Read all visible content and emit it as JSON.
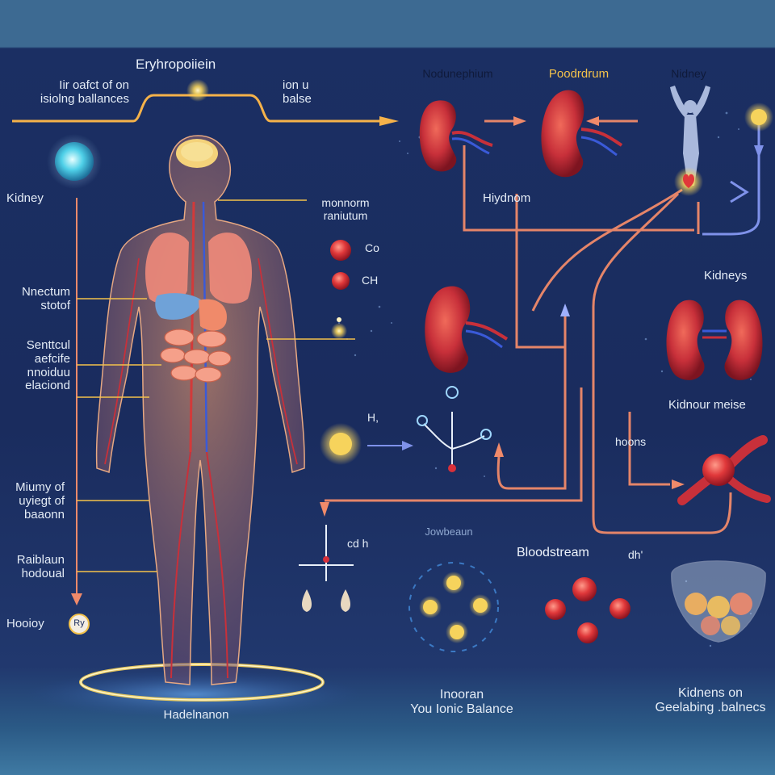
{
  "top_labels": {
    "erythropoietin": "Eryhropoiiein",
    "left_caption": [
      "Iir oafct of on",
      "isiolng ballances"
    ],
    "ion_caption": [
      "ion u",
      "balse"
    ],
    "nodunephium": "Nodunephium",
    "poodrum": "Poodrdrum",
    "kidney_top": "Nidney",
    "hiydnom": "Hiydnom"
  },
  "left_labels": {
    "kidney": "Kidney",
    "nectum": [
      "Nnectum",
      "stotof"
    ],
    "senttul": [
      "Senttcul",
      "aefcife",
      "nnoiduu",
      "elaciond"
    ],
    "miumy": [
      "Miumy of",
      "uyiegt of",
      "baaonn"
    ],
    "raiblaun": [
      "Raiblaun",
      "hodoual"
    ],
    "hooioy": "Hooioy",
    "badge": "Ry"
  },
  "middle_labels": {
    "monnorm": [
      "monnorm",
      "raniutum"
    ],
    "co": "Co",
    "ch": "CH",
    "h": "H,",
    "ch_lower": "cd h",
    "jowbeum": "Jowbeaun"
  },
  "right_labels": {
    "kidneys": "Kidneys",
    "kidnour_meise": "Kidnour meise",
    "hoons": "hoons",
    "bloodstream": "Bloodstream",
    "dh": "dh'",
    "inooran": [
      "Inooran",
      "You Ionic Balance"
    ],
    "kidnens": [
      "Kidnens on",
      "Geelabing .balnecs"
    ]
  },
  "bottom_label": "Hadelnanon",
  "colors": {
    "background": "#1a2c5e",
    "frame": "#3d6a92",
    "flow_line": "#f08a6a",
    "accent_yellow": "#f3c24b",
    "kidney_red": "#c8303a",
    "blue_arrow": "#7f92ea"
  }
}
